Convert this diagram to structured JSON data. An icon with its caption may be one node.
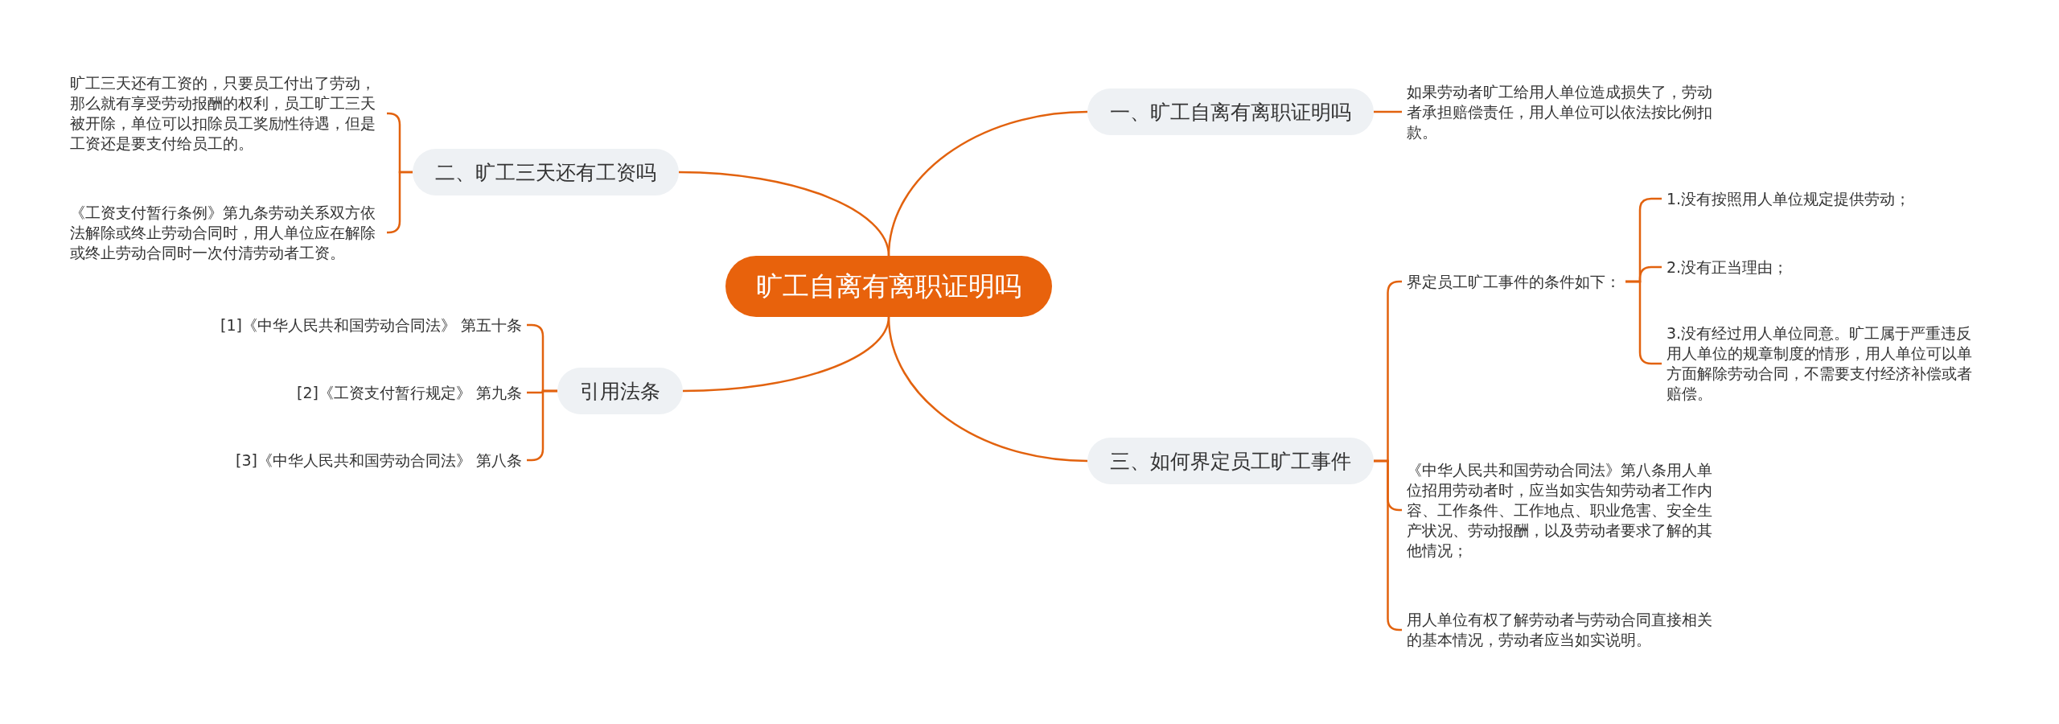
{
  "diagram": {
    "nodes": [
      {
        "text": [
          "旷工自离有离职证明吗"
        ]
      },
      {
        "text": [
          "一、旷工自离有离职证明吗"
        ]
      },
      {
        "text": [
          "如果劳动者旷工给用人单位造成损失了，劳动者承担赔偿责任，用人单位可以依法按比例扣款。"
        ]
      },
      {
        "text": [
          "二、旷工三天还有工资吗"
        ]
      },
      {
        "text": [
          "旷工三天还有工资的，只要员工付出了劳动，那么就有享受劳动报酬的权利，员工旷工三天被开除，单位可以扣除员工奖励性待遇，但是工资还是要支付给员工的。"
        ]
      },
      {
        "text": [
          "《工资支付暂行条例》第九条劳动关系双方依法解除或终止劳动合同时，用人单位应在解除或终止劳动合同时一次付清劳动者工资。"
        ]
      },
      {
        "text": [
          "三、如何界定员工旷工事件"
        ]
      },
      {
        "text": [
          "界定员工旷工事件的条件如下："
        ]
      },
      {
        "text": [
          "1.没有按照用人单位规定提供劳动；"
        ]
      },
      {
        "text": [
          "2.没有正当理由；"
        ]
      },
      {
        "text": [
          "3.没有经过用人单位同意。旷工属于严重违反用人单位的规章制度的情形，用人单位可以单方面解除劳动合同，不需要支付经济补偿或者赔偿。"
        ]
      },
      {
        "text": [
          "《中华人民共和国劳动合同法》第八条用人单位招用劳动者时，应当如实告知劳动者工作内容、工作条件、工作地点、职业危害、安全生产状况、劳动报酬，以及劳动者要求了解的其他情况；"
        ]
      },
      {
        "text": [
          "用人单位有权了解劳动者与劳动合同直接相关的基本情况，劳动者应当如实说明。"
        ]
      },
      {
        "text": [
          "引用法条"
        ]
      },
      {
        "text": [
          "[1]《中华人民共和国劳动合同法》 第五十条"
        ]
      },
      {
        "text": [
          "[2]《工资支付暂行规定》 第九条"
        ]
      },
      {
        "text": [
          "[3]《中华人民共和国劳动合同法》 第八条"
        ]
      }
    ],
    "edges": [
      {
        "from": 0,
        "to": 1,
        "arrow": "none"
      },
      {
        "from": 1,
        "to": 2,
        "arrow": "none"
      },
      {
        "from": 0,
        "to": 3,
        "arrow": "none"
      },
      {
        "from": 3,
        "to": 4,
        "arrow": "none"
      },
      {
        "from": 3,
        "to": 5,
        "arrow": "none"
      },
      {
        "from": 0,
        "to": 6,
        "arrow": "none"
      },
      {
        "from": 6,
        "to": 7,
        "arrow": "none"
      },
      {
        "from": 7,
        "to": 8,
        "arrow": "none"
      },
      {
        "from": 7,
        "to": 9,
        "arrow": "none"
      },
      {
        "from": 7,
        "to": 10,
        "arrow": "none"
      },
      {
        "from": 6,
        "to": 11,
        "arrow": "none"
      },
      {
        "from": 6,
        "to": 12,
        "arrow": "none"
      },
      {
        "from": 0,
        "to": 13,
        "arrow": "none"
      },
      {
        "from": 13,
        "to": 14,
        "arrow": "none"
      },
      {
        "from": 13,
        "to": 15,
        "arrow": "none"
      },
      {
        "from": 13,
        "to": 16,
        "arrow": "none"
      }
    ]
  }
}
